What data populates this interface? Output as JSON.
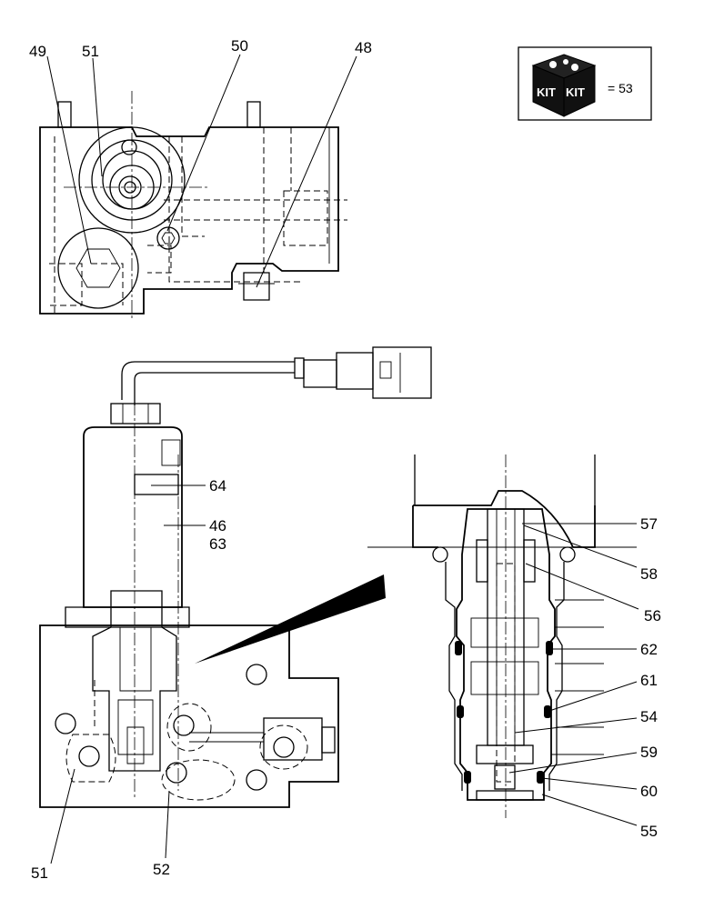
{
  "kit": {
    "badge": "KIT",
    "equals": "= 53"
  },
  "callouts": {
    "c49": "49",
    "c51_top": "51",
    "c50": "50",
    "c48": "48",
    "c64": "64",
    "c46": "46",
    "c63": "63",
    "c57": "57",
    "c58": "58",
    "c56": "56",
    "c62": "62",
    "c61": "61",
    "c54": "54",
    "c59": "59",
    "c60": "60",
    "c55": "55",
    "c51_bottom": "51",
    "c52": "52"
  }
}
